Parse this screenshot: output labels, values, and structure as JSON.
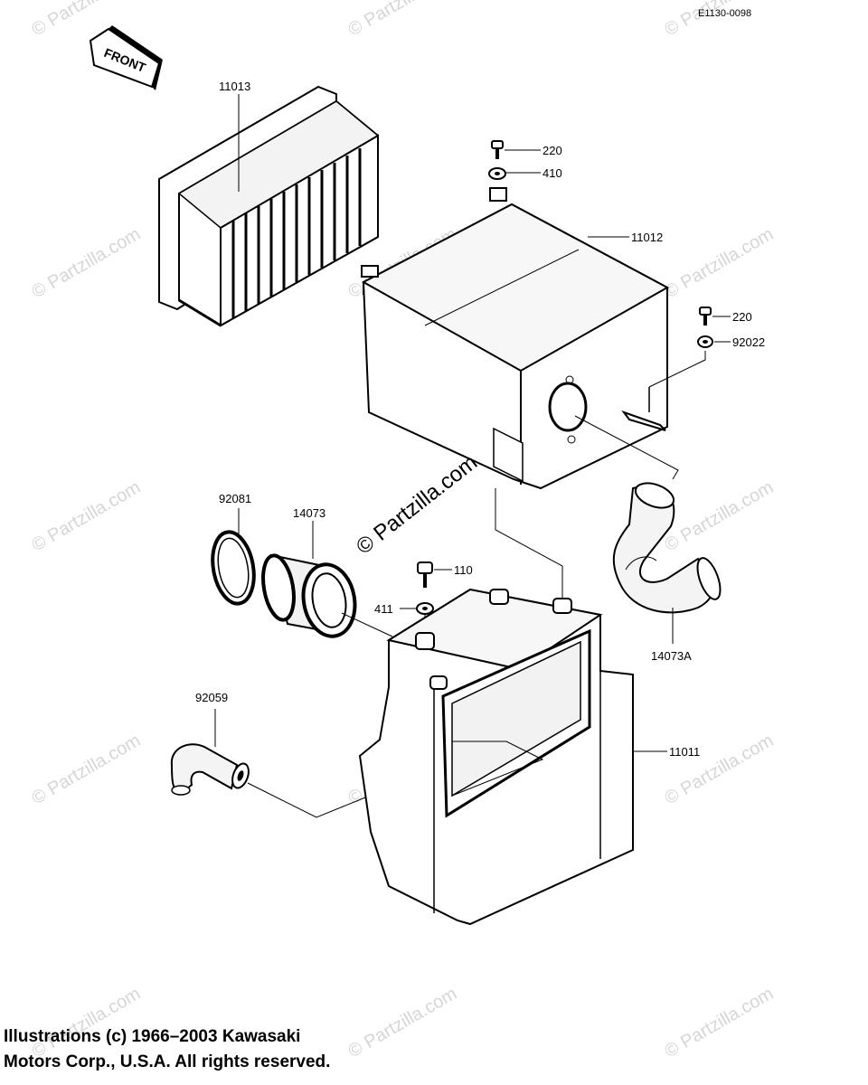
{
  "reference_code": "E1130-0098",
  "front_marker": "FRONT",
  "watermark": {
    "small": "© Partzilla.com",
    "center": "© Partzilla.com"
  },
  "parts": [
    {
      "number": "11013",
      "name": "air-filter-element"
    },
    {
      "number": "220",
      "name": "top-screw"
    },
    {
      "number": "410",
      "name": "top-washer"
    },
    {
      "number": "11012",
      "name": "air-box-cover"
    },
    {
      "number": "220",
      "name": "side-screw"
    },
    {
      "number": "92022",
      "name": "side-washer"
    },
    {
      "number": "92081",
      "name": "o-ring"
    },
    {
      "number": "14073",
      "name": "intake-duct"
    },
    {
      "number": "110",
      "name": "bolt"
    },
    {
      "number": "411",
      "name": "bolt-washer"
    },
    {
      "number": "14073A",
      "name": "bent-intake-hose"
    },
    {
      "number": "92059",
      "name": "drain-hose"
    },
    {
      "number": "11011",
      "name": "air-box-case"
    }
  ],
  "copyright": {
    "line1": "Illustrations (c) 1966–2003 Kawasaki",
    "line2": "Motors Corp., U.S.A.  All rights reserved."
  }
}
